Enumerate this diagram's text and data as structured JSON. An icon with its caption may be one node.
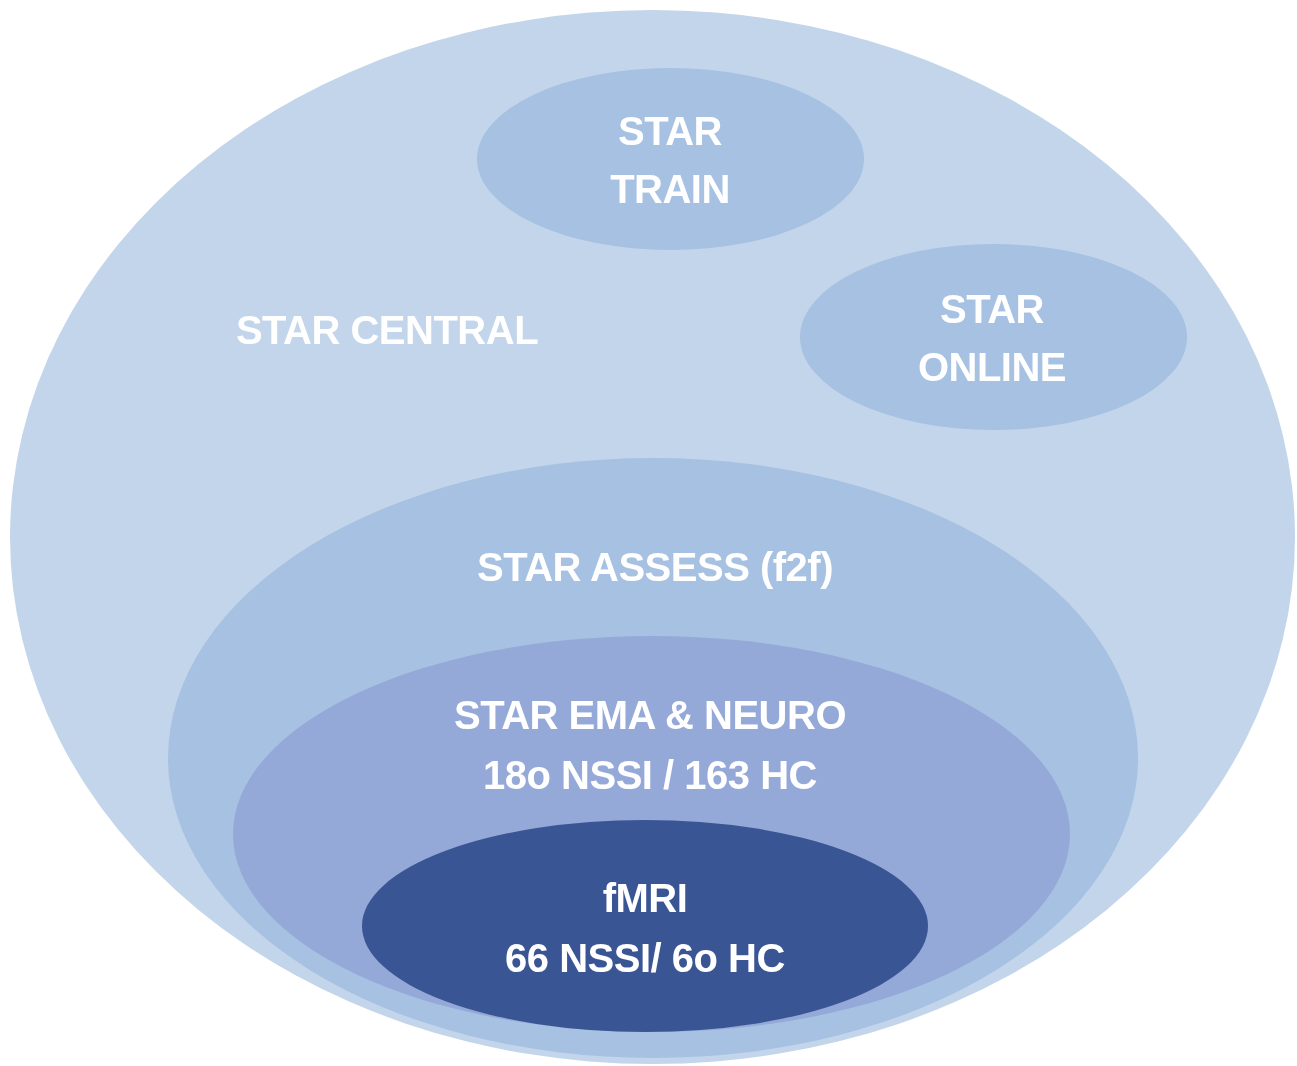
{
  "diagram": {
    "nodes": [
      {
        "text": [
          "STAR CENTRAL"
        ]
      },
      {
        "text": [
          "STAR TRAIN"
        ],
        "in": 0
      },
      {
        "text": [
          "STAR ONLINE"
        ],
        "in": 0
      },
      {
        "text": [
          "STAR ASSESS (f2f)"
        ],
        "in": 0
      },
      {
        "text": [
          "STAR EMA & NEURO",
          "18o NSSI / 163 HC"
        ],
        "in": 3
      },
      {
        "text": [
          "fMRI",
          "66 NSSI/ 6o HC"
        ],
        "in": 4
      }
    ]
  }
}
